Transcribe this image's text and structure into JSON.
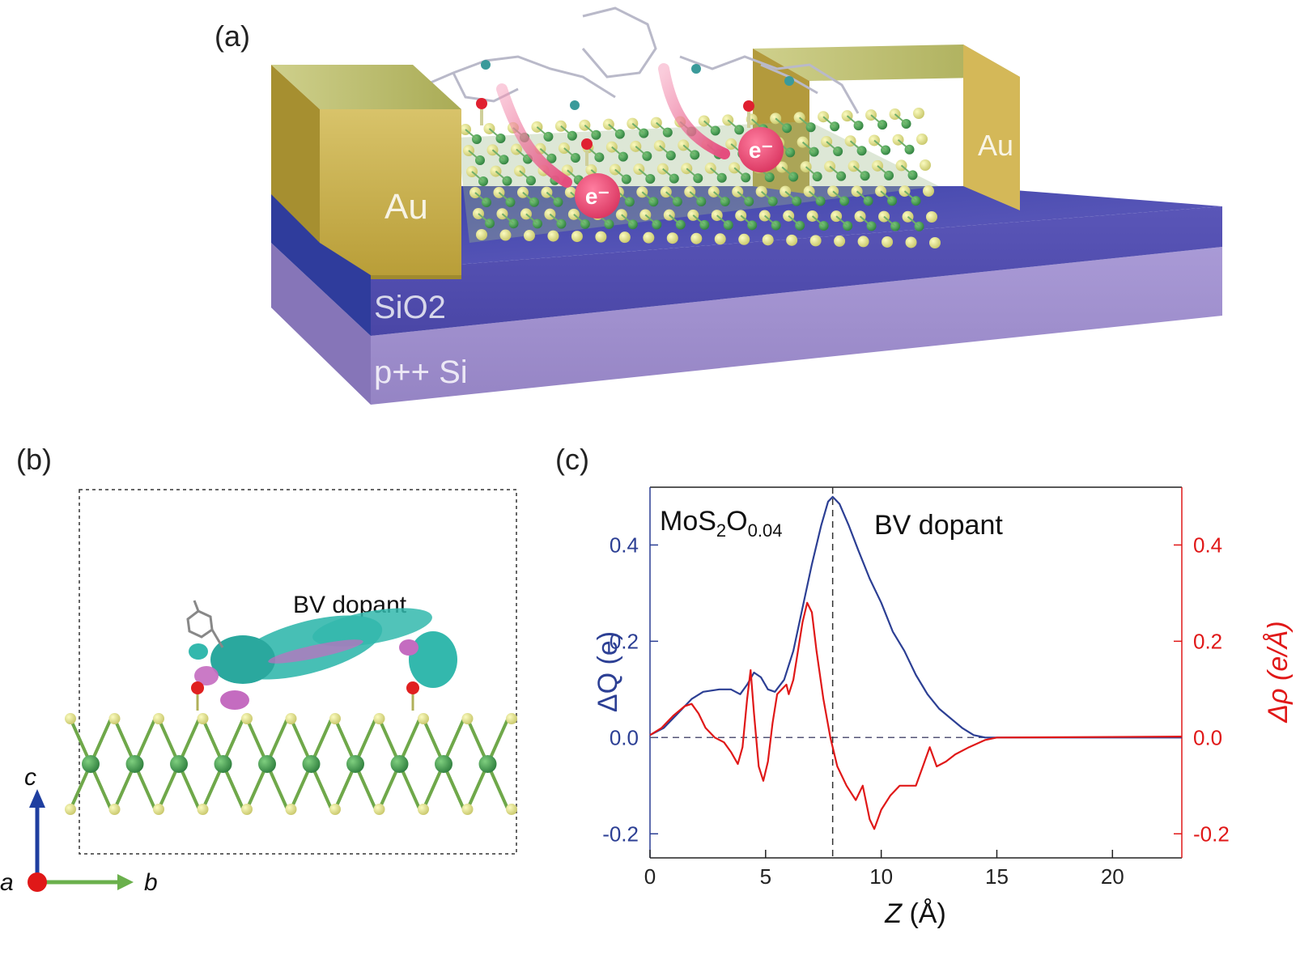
{
  "panel_labels": {
    "a": "(a)",
    "b": "(b)",
    "c": "(c)"
  },
  "panel_a": {
    "left_electrode": "Au",
    "right_electrode": "Au",
    "oxide_layer": "SiO2",
    "substrate_layer": "p++ Si",
    "electron_label": "e⁻",
    "colors": {
      "gold": "#c9b04f",
      "oxide": "#4f4fb0",
      "silicon": "#a593cf",
      "electron": "#e9507c"
    }
  },
  "panel_b": {
    "dopant_label": "BV dopant",
    "axes": {
      "c": "c",
      "a": "a",
      "b": "b"
    },
    "colors": {
      "isosurface_cyan": "#33b8ad",
      "isosurface_magenta": "#c46cc0",
      "mo": "#2e7d3e",
      "s": "#e6e861",
      "o": "#e02020"
    }
  },
  "chart_data": {
    "type": "line",
    "xlabel_var": "Z",
    "xlabel_unit": " (Å)",
    "ylabel_left": "ΔQ (e)",
    "ylabel_right": "Δρ (e/Å)",
    "xlim": [
      0,
      23
    ],
    "ylim": [
      -0.25,
      0.52
    ],
    "x_ticks": [
      "0",
      "5",
      "10",
      "15",
      "20"
    ],
    "y_ticks_left": [
      "-0.2",
      "0.0",
      "0.2",
      "0.4"
    ],
    "y_ticks_right": [
      "-0.2",
      "0.0",
      "0.2",
      "0.4"
    ],
    "annotation_left_base": "MoS",
    "annotation_left_sub1": "2",
    "annotation_left_o": "O",
    "annotation_left_sub2": "0.04",
    "annotation_right": "BV dopant",
    "interface_x": 7.9,
    "series": [
      {
        "name": "ΔQ",
        "color": "#2c3f94",
        "points": [
          [
            0,
            0.005
          ],
          [
            0.6,
            0.02
          ],
          [
            1.2,
            0.05
          ],
          [
            1.8,
            0.08
          ],
          [
            2.3,
            0.095
          ],
          [
            3.0,
            0.1
          ],
          [
            3.5,
            0.1
          ],
          [
            3.9,
            0.09
          ],
          [
            4.2,
            0.11
          ],
          [
            4.5,
            0.135
          ],
          [
            4.8,
            0.125
          ],
          [
            5.1,
            0.1
          ],
          [
            5.4,
            0.095
          ],
          [
            5.8,
            0.12
          ],
          [
            6.2,
            0.18
          ],
          [
            6.6,
            0.27
          ],
          [
            7.0,
            0.36
          ],
          [
            7.4,
            0.44
          ],
          [
            7.7,
            0.49
          ],
          [
            7.9,
            0.5
          ],
          [
            8.2,
            0.485
          ],
          [
            8.6,
            0.44
          ],
          [
            9.0,
            0.39
          ],
          [
            9.5,
            0.33
          ],
          [
            10.0,
            0.28
          ],
          [
            10.5,
            0.22
          ],
          [
            11.0,
            0.18
          ],
          [
            11.5,
            0.13
          ],
          [
            12.0,
            0.09
          ],
          [
            12.5,
            0.06
          ],
          [
            13.0,
            0.04
          ],
          [
            13.5,
            0.02
          ],
          [
            14.0,
            0.005
          ],
          [
            14.5,
            0.0
          ],
          [
            23,
            0.0
          ]
        ]
      },
      {
        "name": "Δρ",
        "color": "#e01818",
        "points": [
          [
            0,
            0.005
          ],
          [
            0.5,
            0.02
          ],
          [
            1.0,
            0.045
          ],
          [
            1.5,
            0.065
          ],
          [
            1.8,
            0.07
          ],
          [
            2.1,
            0.05
          ],
          [
            2.4,
            0.02
          ],
          [
            2.8,
            0.0
          ],
          [
            3.2,
            -0.01
          ],
          [
            3.5,
            -0.03
          ],
          [
            3.8,
            -0.055
          ],
          [
            4.0,
            -0.02
          ],
          [
            4.2,
            0.08
          ],
          [
            4.35,
            0.14
          ],
          [
            4.5,
            0.05
          ],
          [
            4.7,
            -0.06
          ],
          [
            4.9,
            -0.09
          ],
          [
            5.1,
            -0.05
          ],
          [
            5.3,
            0.03
          ],
          [
            5.5,
            0.09
          ],
          [
            5.7,
            0.1
          ],
          [
            5.9,
            0.11
          ],
          [
            6.0,
            0.09
          ],
          [
            6.2,
            0.12
          ],
          [
            6.4,
            0.18
          ],
          [
            6.6,
            0.24
          ],
          [
            6.8,
            0.28
          ],
          [
            7.0,
            0.26
          ],
          [
            7.2,
            0.18
          ],
          [
            7.5,
            0.08
          ],
          [
            7.8,
            0.0
          ],
          [
            8.1,
            -0.06
          ],
          [
            8.5,
            -0.1
          ],
          [
            8.9,
            -0.13
          ],
          [
            9.2,
            -0.1
          ],
          [
            9.5,
            -0.17
          ],
          [
            9.7,
            -0.19
          ],
          [
            10.0,
            -0.15
          ],
          [
            10.4,
            -0.12
          ],
          [
            10.8,
            -0.1
          ],
          [
            11.2,
            -0.1
          ],
          [
            11.5,
            -0.1
          ],
          [
            11.8,
            -0.06
          ],
          [
            12.1,
            -0.02
          ],
          [
            12.4,
            -0.06
          ],
          [
            12.8,
            -0.05
          ],
          [
            13.2,
            -0.035
          ],
          [
            13.8,
            -0.02
          ],
          [
            14.5,
            -0.005
          ],
          [
            15,
            0.0
          ],
          [
            23,
            0.002
          ]
        ]
      }
    ]
  }
}
